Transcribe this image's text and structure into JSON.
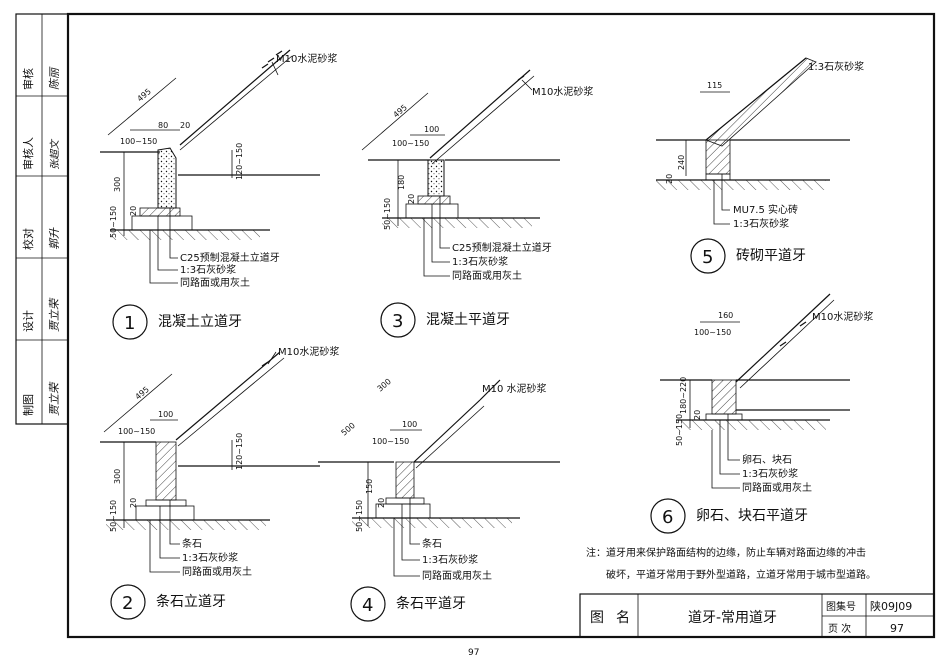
{
  "side_panel": {
    "cells": [
      {
        "role": "审核",
        "sig": "陈丽"
      },
      {
        "role": "审核人",
        "sig": "张超文"
      },
      {
        "role": "校对",
        "sig": "郭升"
      },
      {
        "role": "设计",
        "sig": "贾立荣"
      },
      {
        "role": "制图",
        "sig": "贾立荣"
      }
    ]
  },
  "details": [
    {
      "id": "d1",
      "number": "1",
      "title": "混凝土立道牙",
      "dims": [
        "495",
        "80",
        "20",
        "100~150",
        "120~150",
        "300",
        "50~150",
        "20"
      ],
      "mortar": "M10水泥砂浆",
      "labels": [
        "C25预制混凝土立道牙",
        "1:3石灰砂浆",
        "同路面或用灰土"
      ]
    },
    {
      "id": "d2",
      "number": "2",
      "title": "条石立道牙",
      "dims": [
        "495",
        "100",
        "100~150",
        "120~150",
        "300",
        "50~150",
        "20"
      ],
      "mortar": "M10水泥砂浆",
      "labels": [
        "条石",
        "1:3石灰砂浆",
        "同路面或用灰土"
      ]
    },
    {
      "id": "d3",
      "number": "3",
      "title": "混凝土平道牙",
      "dims": [
        "495",
        "100",
        "100~150",
        "180",
        "50~150",
        "20"
      ],
      "mortar": "M10水泥砂浆",
      "labels": [
        "C25预制混凝土立道牙",
        "1:3石灰砂浆",
        "同路面或用灰土"
      ]
    },
    {
      "id": "d4",
      "number": "4",
      "title": "条石平道牙",
      "dims": [
        "300",
        "500",
        "100",
        "100~150",
        "150",
        "50~150",
        "20"
      ],
      "mortar": "M10 水泥砂浆",
      "labels": [
        "条石",
        "1:3石灰砂浆",
        "同路面或用灰土"
      ]
    },
    {
      "id": "d5",
      "number": "5",
      "title": "砖砌平道牙",
      "dims": [
        "115",
        "240",
        "20"
      ],
      "mortar": "1:3石灰砂浆",
      "labels": [
        "MU7.5 实心砖",
        "1:3石灰砂浆"
      ]
    },
    {
      "id": "d6",
      "number": "6",
      "title": "卵石、块石平道牙",
      "dims": [
        "160",
        "100~150",
        "180~220",
        "50~150",
        "20"
      ],
      "mortar": "M10水泥砂浆",
      "labels": [
        "卵石、块石",
        "1:3石灰砂浆",
        "同路面或用灰土"
      ]
    }
  ],
  "note": {
    "line1": "注：道牙用来保护路面结构的边缘，防止车辆对路面边缘的冲击",
    "line2": "破坏，平道牙常用于野外型道路，立道牙常用于城市型道路。"
  },
  "title_block": {
    "label_tu": "图",
    "label_ming": "名",
    "drawing_name": "道牙-常用道牙",
    "atlas_label": "图集号",
    "atlas_value": "陕09J09",
    "page_label": "页  次",
    "page_value": "97"
  },
  "footer": {
    "page_number": "97"
  }
}
